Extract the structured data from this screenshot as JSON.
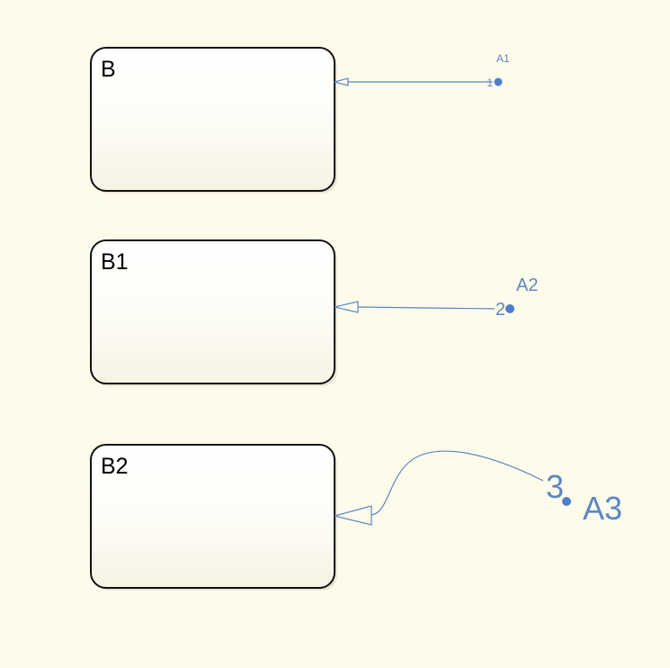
{
  "diagram": {
    "states": [
      {
        "label": "B"
      },
      {
        "label": "B1"
      },
      {
        "label": "B2"
      }
    ],
    "transitions": [
      {
        "source": "A1",
        "target": "B",
        "order": "1"
      },
      {
        "source": "A2",
        "target": "B1",
        "order": "2"
      },
      {
        "source": "A3",
        "target": "B2",
        "order": "3"
      }
    ],
    "colors": {
      "background": "#fffbeb",
      "transition": "#5b87c5",
      "junction": "#4e7fc9",
      "state_border": "#111111"
    }
  }
}
